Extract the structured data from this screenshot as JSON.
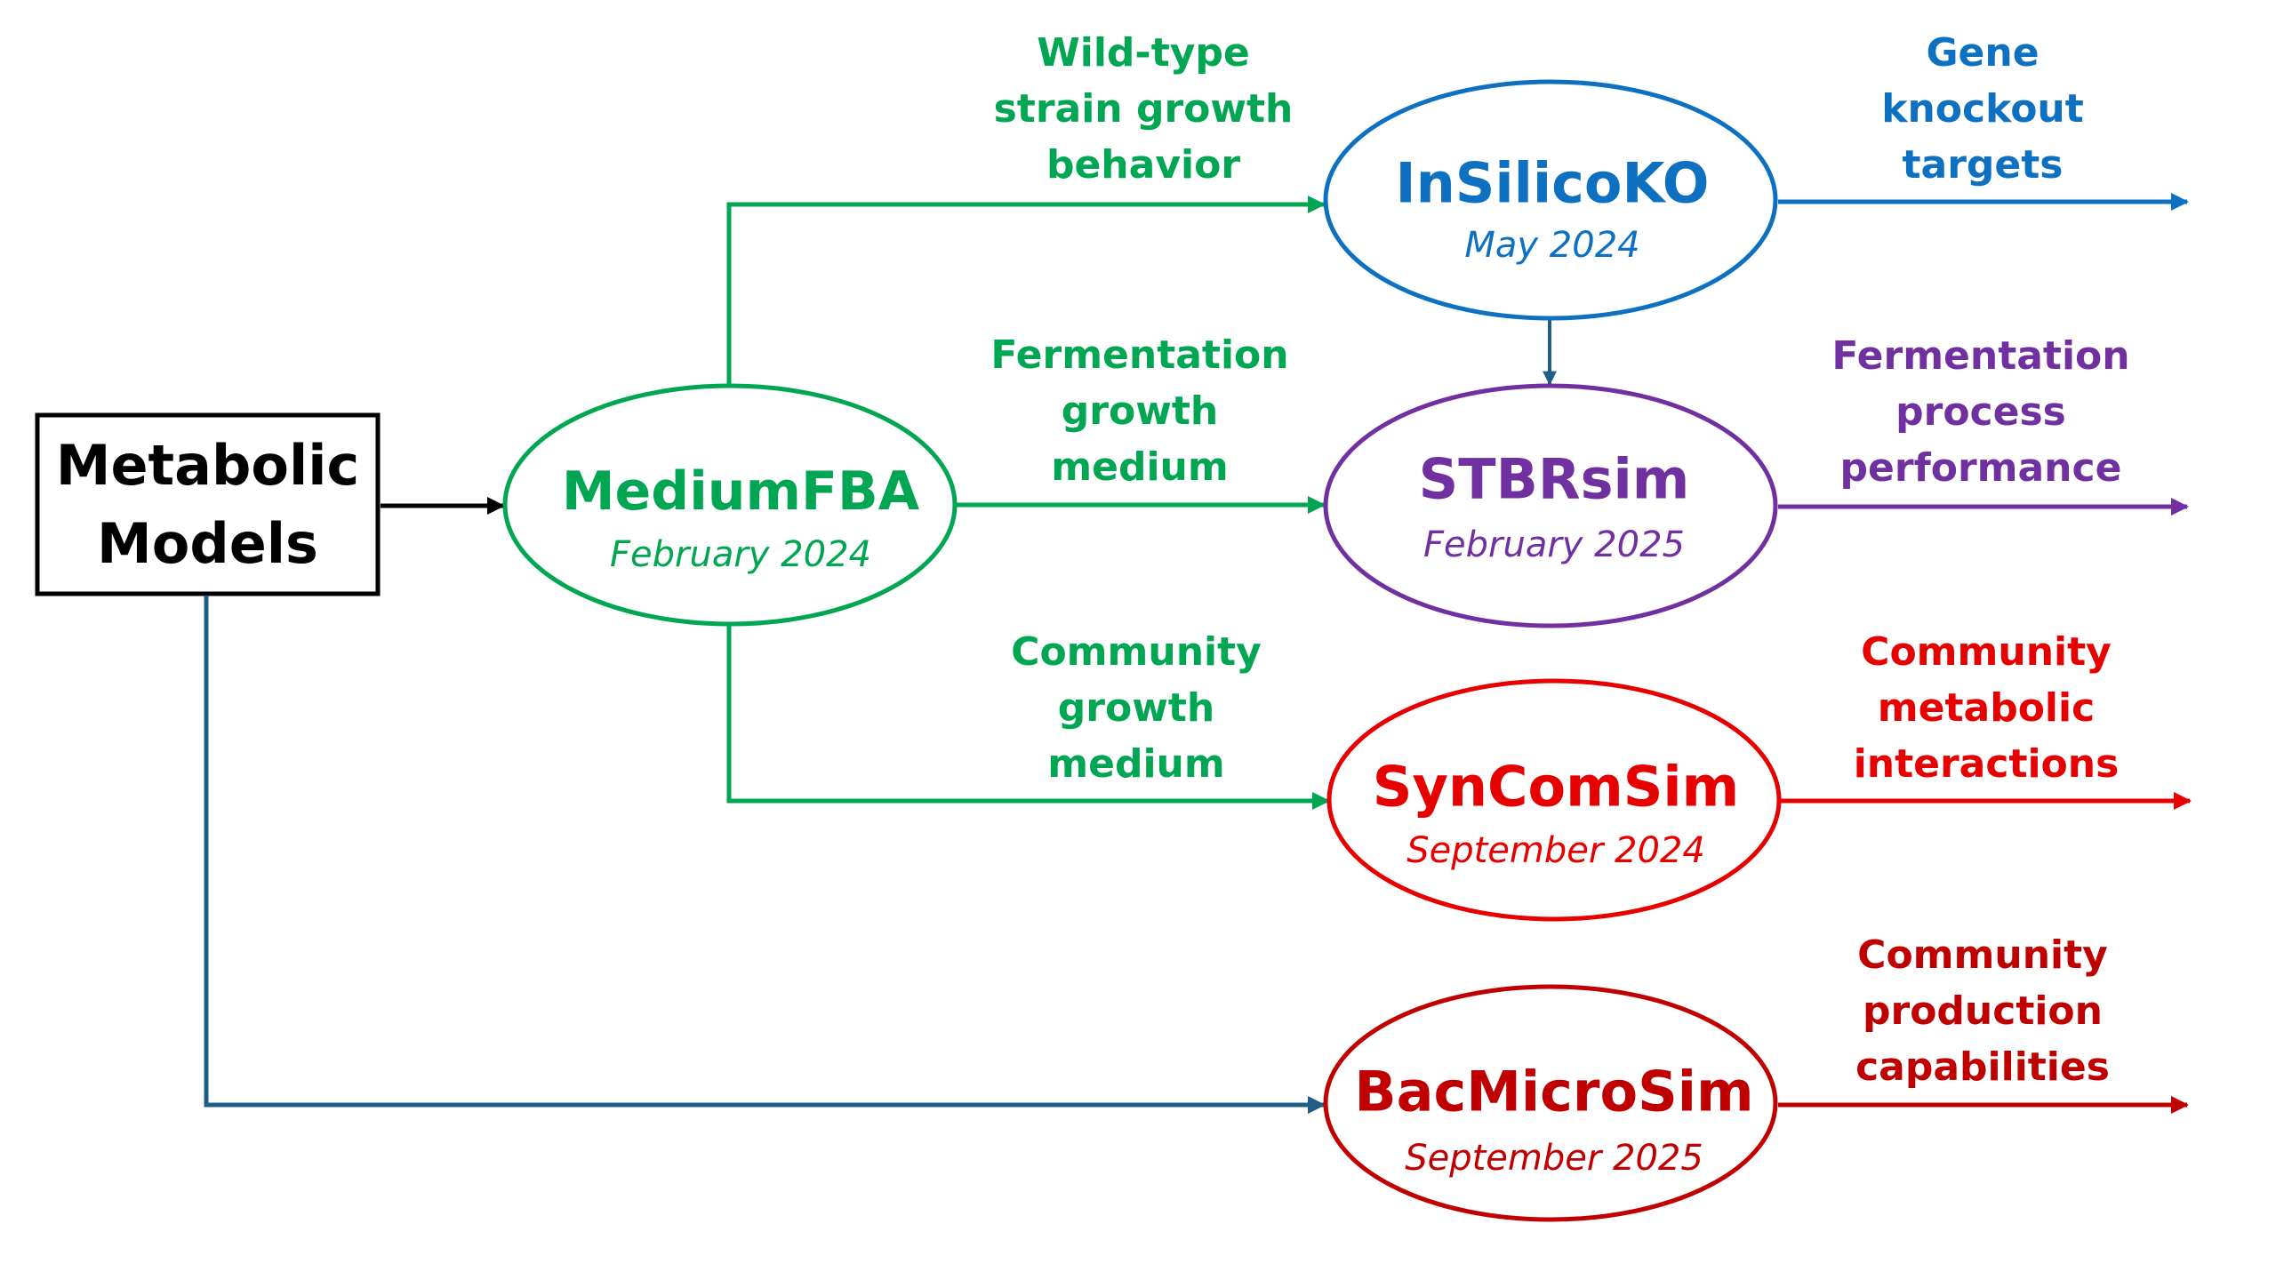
{
  "colors": {
    "black": "#000000",
    "green": "#00A651",
    "blue": "#0E70C0",
    "purple": "#7030A0",
    "red": "#E60000",
    "dark_red": "#C00000",
    "teal": "#1F5F85"
  },
  "source": {
    "label_lines": [
      "Metabolic",
      "Models"
    ]
  },
  "nodes": {
    "mediumfba": {
      "title": "MediumFBA",
      "date": "February 2024"
    },
    "insilicoko": {
      "title": "InSilicoKO",
      "date": "May 2024"
    },
    "stbrsim": {
      "title": "STBRsim",
      "date": "February 2025"
    },
    "syncomsim": {
      "title": "SynComSim",
      "date": "September 2024"
    },
    "bacmicrosim": {
      "title": "BacMicroSim",
      "date": "September 2025"
    }
  },
  "edge_labels": {
    "wildtype": [
      "Wild-type",
      "strain growth",
      "behavior"
    ],
    "fermentation_medium": [
      "Fermentation",
      "growth",
      "medium"
    ],
    "community_medium": [
      "Community",
      "growth",
      "medium"
    ]
  },
  "outputs": {
    "gene_knockout": [
      "Gene",
      "knockout",
      "targets"
    ],
    "fermentation_performance": [
      "Fermentation",
      "process",
      "performance"
    ],
    "community_interactions": [
      "Community",
      "metabolic",
      "interactions"
    ],
    "community_production": [
      "Community",
      "production",
      "capabilities"
    ]
  },
  "edges": [
    {
      "from": "Metabolic Models",
      "to": "MediumFBA"
    },
    {
      "from": "Metabolic Models",
      "to": "BacMicroSim"
    },
    {
      "from": "MediumFBA",
      "to": "InSilicoKO",
      "label": "Wild-type strain growth behavior"
    },
    {
      "from": "MediumFBA",
      "to": "STBRsim",
      "label": "Fermentation growth medium"
    },
    {
      "from": "MediumFBA",
      "to": "SynComSim",
      "label": "Community growth medium"
    },
    {
      "from": "InSilicoKO",
      "to": "STBRsim"
    },
    {
      "from": "InSilicoKO",
      "to": "output",
      "label": "Gene knockout targets"
    },
    {
      "from": "STBRsim",
      "to": "output",
      "label": "Fermentation process performance"
    },
    {
      "from": "SynComSim",
      "to": "output",
      "label": "Community metabolic interactions"
    },
    {
      "from": "BacMicroSim",
      "to": "output",
      "label": "Community production capabilities"
    }
  ]
}
